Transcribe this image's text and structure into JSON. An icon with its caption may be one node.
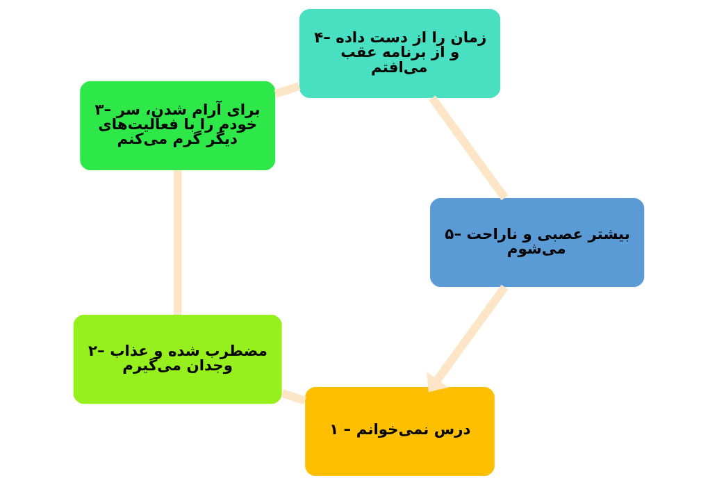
{
  "diagram": {
    "nodes": [
      {
        "text": [
          "۱ – درس نمی‌خوانم"
        ]
      },
      {
        "text": [
          "۲– مضطرب شده و عذاب وجدان می‌گیرم"
        ]
      },
      {
        "text": [
          "۳– برای آرام شدن، سر خودم را با فعالیت‌های دیگر گرم می‌کنم"
        ]
      },
      {
        "text": [
          "۴– زمان را از دست داده و از برنامه عقب می‌افتم"
        ]
      },
      {
        "text": [
          "۵– بیشتر عصبی و ناراحت می‌شوم"
        ]
      }
    ],
    "edges": [
      {
        "from": 0,
        "to": 1,
        "arrow": "none"
      },
      {
        "from": 1,
        "to": 2,
        "arrow": "none"
      },
      {
        "from": 2,
        "to": 3,
        "arrow": "none"
      },
      {
        "from": 3,
        "to": 4,
        "arrow": "none"
      },
      {
        "from": 4,
        "to": 0,
        "arrow": "to"
      }
    ]
  }
}
